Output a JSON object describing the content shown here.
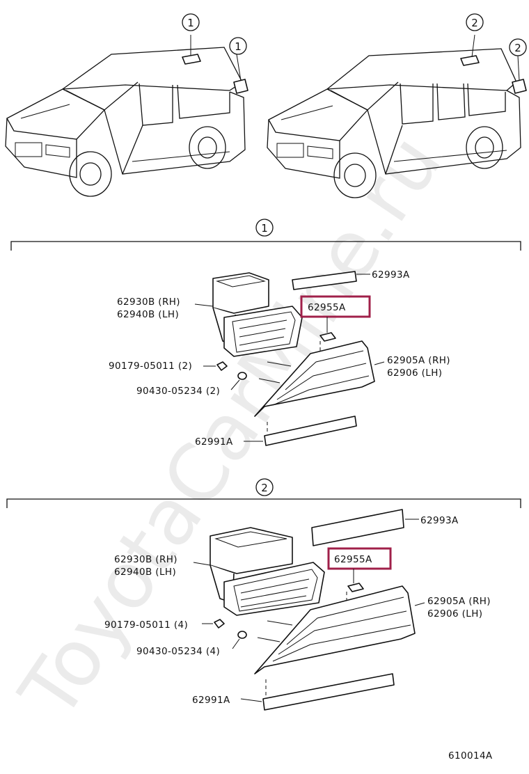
{
  "diagram_code": "610014A",
  "watermark": "ToyotaCarMine.ru",
  "callouts": {
    "variant_1": "1",
    "variant_2": "2"
  },
  "section_1": {
    "marker": "1",
    "labels": {
      "duct_rh": "62930B (RH)",
      "duct_lh": "62940B (LH)",
      "top_strip": "62993A",
      "clip": "62955A",
      "screw": "90179-05011 (2)",
      "nut": "90430-05234 (2)",
      "grille_rh": "62905A (RH)",
      "grille_lh": "62906   (LH)",
      "bottom_strip": "62991A"
    }
  },
  "section_2": {
    "marker": "2",
    "labels": {
      "duct_rh": "62930B (RH)",
      "duct_lh": "62940B (LH)",
      "top_strip": "62993A",
      "clip": "62955A",
      "screw": "90179-05011 (4)",
      "nut": "90430-05234 (4)",
      "grille_rh": "62905A (RH)",
      "grille_lh": "62906   (LH)",
      "bottom_strip": "62991A"
    }
  },
  "colors": {
    "highlight": "#a0204a",
    "line": "#111111",
    "watermark": "#dcdcdc"
  }
}
